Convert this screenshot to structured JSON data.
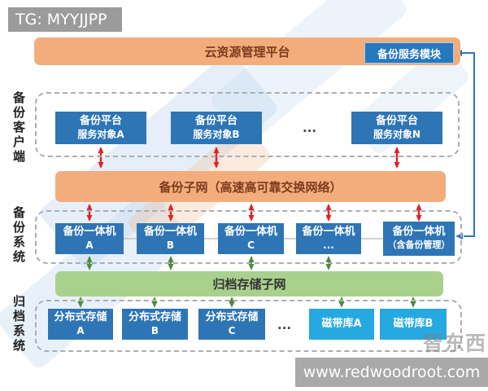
{
  "badge": "TG: MYYJJPP",
  "top": {
    "platform_label": "云资源管理平台",
    "module_label": "备份服务模块"
  },
  "side_labels": {
    "client": "备份客户端",
    "backup": "备份系统",
    "archive": "归档系统"
  },
  "client_row": {
    "boxes": [
      {
        "line1": "备份平台",
        "line2": "服务对象A"
      },
      {
        "line1": "备份平台",
        "line2": "服务对象B"
      },
      {
        "line1": "备份平台",
        "line2": "服务对象N"
      }
    ],
    "ellipsis": "..."
  },
  "backup_subnet_label": "备份子网（高速高可靠交换网络）",
  "appliance_row": {
    "boxes": [
      {
        "line1": "备份一体机",
        "line2": "A"
      },
      {
        "line1": "备份一体机",
        "line2": "B"
      },
      {
        "line1": "备份一体机",
        "line2": "C"
      },
      {
        "line1": "备份一体机",
        "line2": "..."
      },
      {
        "line1": "备份一体机",
        "line2": "（含备份管理）"
      }
    ]
  },
  "archive_subnet_label": "归档存储子网",
  "storage_row": {
    "boxes": [
      {
        "line1": "分布式存储",
        "line2": "A"
      },
      {
        "line1": "分布式存储",
        "line2": "B"
      },
      {
        "line1": "分布式存储",
        "line2": "C"
      }
    ],
    "ellipsis": "...",
    "tape_boxes": [
      {
        "label": "磁带库A"
      },
      {
        "label": "磁带库B"
      }
    ]
  },
  "site_bar": "www.redwoodroot.com",
  "logo_watermark": "智东西",
  "colors": {
    "bar_orange": "#F3AD7D",
    "box_blue": "#2E75B6",
    "box_cyan": "#25A9E0",
    "bar_green": "#A9D18E",
    "arrow_red": "#E02424",
    "arrow_green": "#4E8B3A",
    "connector_blue": "#2E75B6",
    "badge_gray": "#9B9B9B"
  }
}
